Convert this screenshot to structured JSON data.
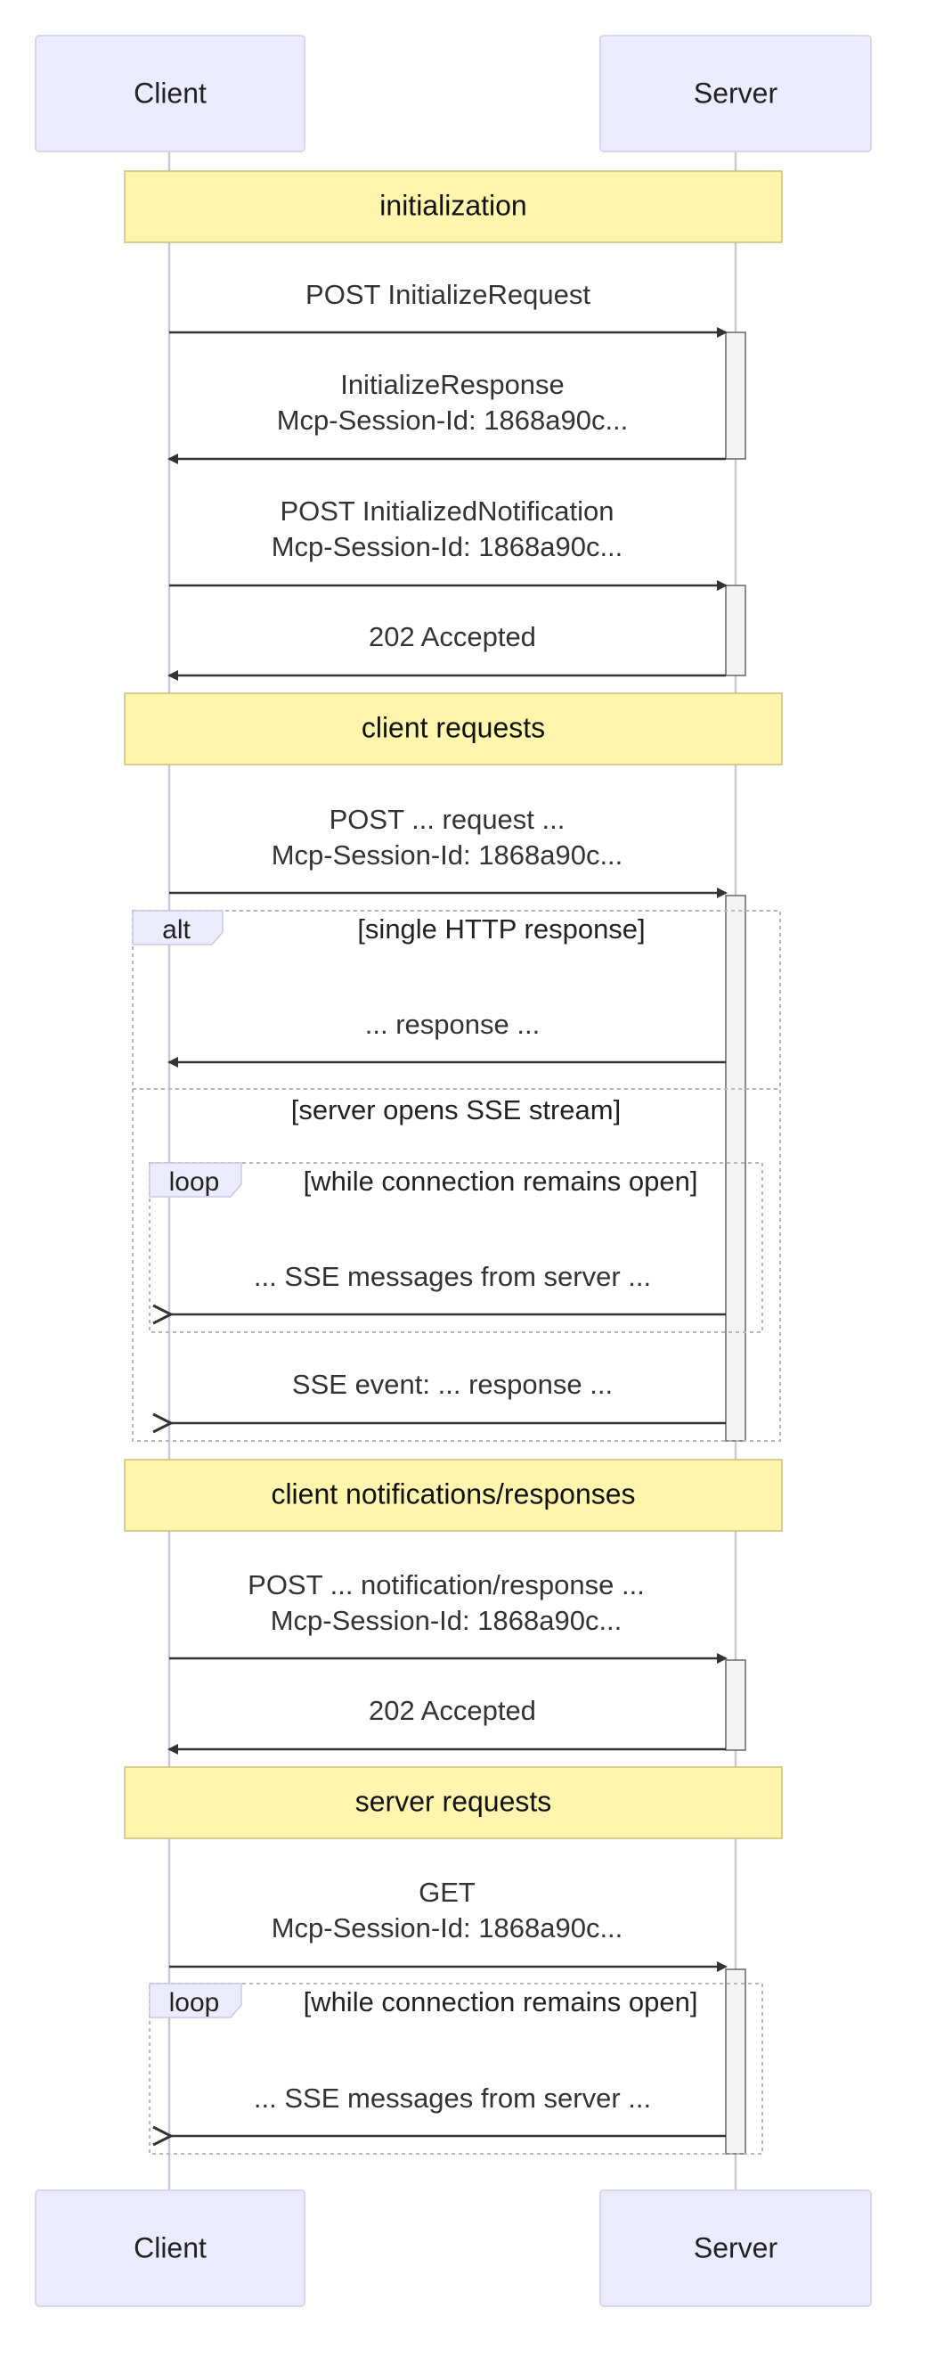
{
  "diagram": {
    "actors": {
      "client": "Client",
      "server": "Server"
    },
    "notes": {
      "initialization": "initialization",
      "client_requests": "client requests",
      "client_notifications": "client notifications/responses",
      "server_requests": "server requests"
    },
    "messages": {
      "post_initialize_request": [
        "POST InitializeRequest"
      ],
      "initialize_response": [
        "InitializeResponse",
        "Mcp-Session-Id: 1868a90c..."
      ],
      "post_initialized_notification": [
        "POST InitializedNotification",
        "Mcp-Session-Id: 1868a90c..."
      ],
      "accepted_1": [
        "202 Accepted"
      ],
      "post_request": [
        "POST ... request ...",
        "Mcp-Session-Id: 1868a90c..."
      ],
      "response": [
        "... response ..."
      ],
      "sse_messages_1": [
        "... SSE messages from server ..."
      ],
      "sse_event_response": [
        "SSE event: ... response ..."
      ],
      "post_notification_response": [
        "POST ... notification/response ...",
        "Mcp-Session-Id: 1868a90c..."
      ],
      "accepted_2": [
        "202 Accepted"
      ],
      "get": [
        "GET",
        "Mcp-Session-Id: 1868a90c..."
      ],
      "sse_messages_2": [
        "... SSE messages from server ..."
      ]
    },
    "frames": {
      "alt_label": "alt",
      "alt_condition_1": "[single HTTP response]",
      "alt_condition_2": "[server opens SSE stream]",
      "loop_label": "loop",
      "loop_condition": "[while connection remains open]"
    },
    "colors": {
      "actor_fill": "#ececff",
      "note_fill": "#fff5ad",
      "line": "#333333"
    }
  }
}
